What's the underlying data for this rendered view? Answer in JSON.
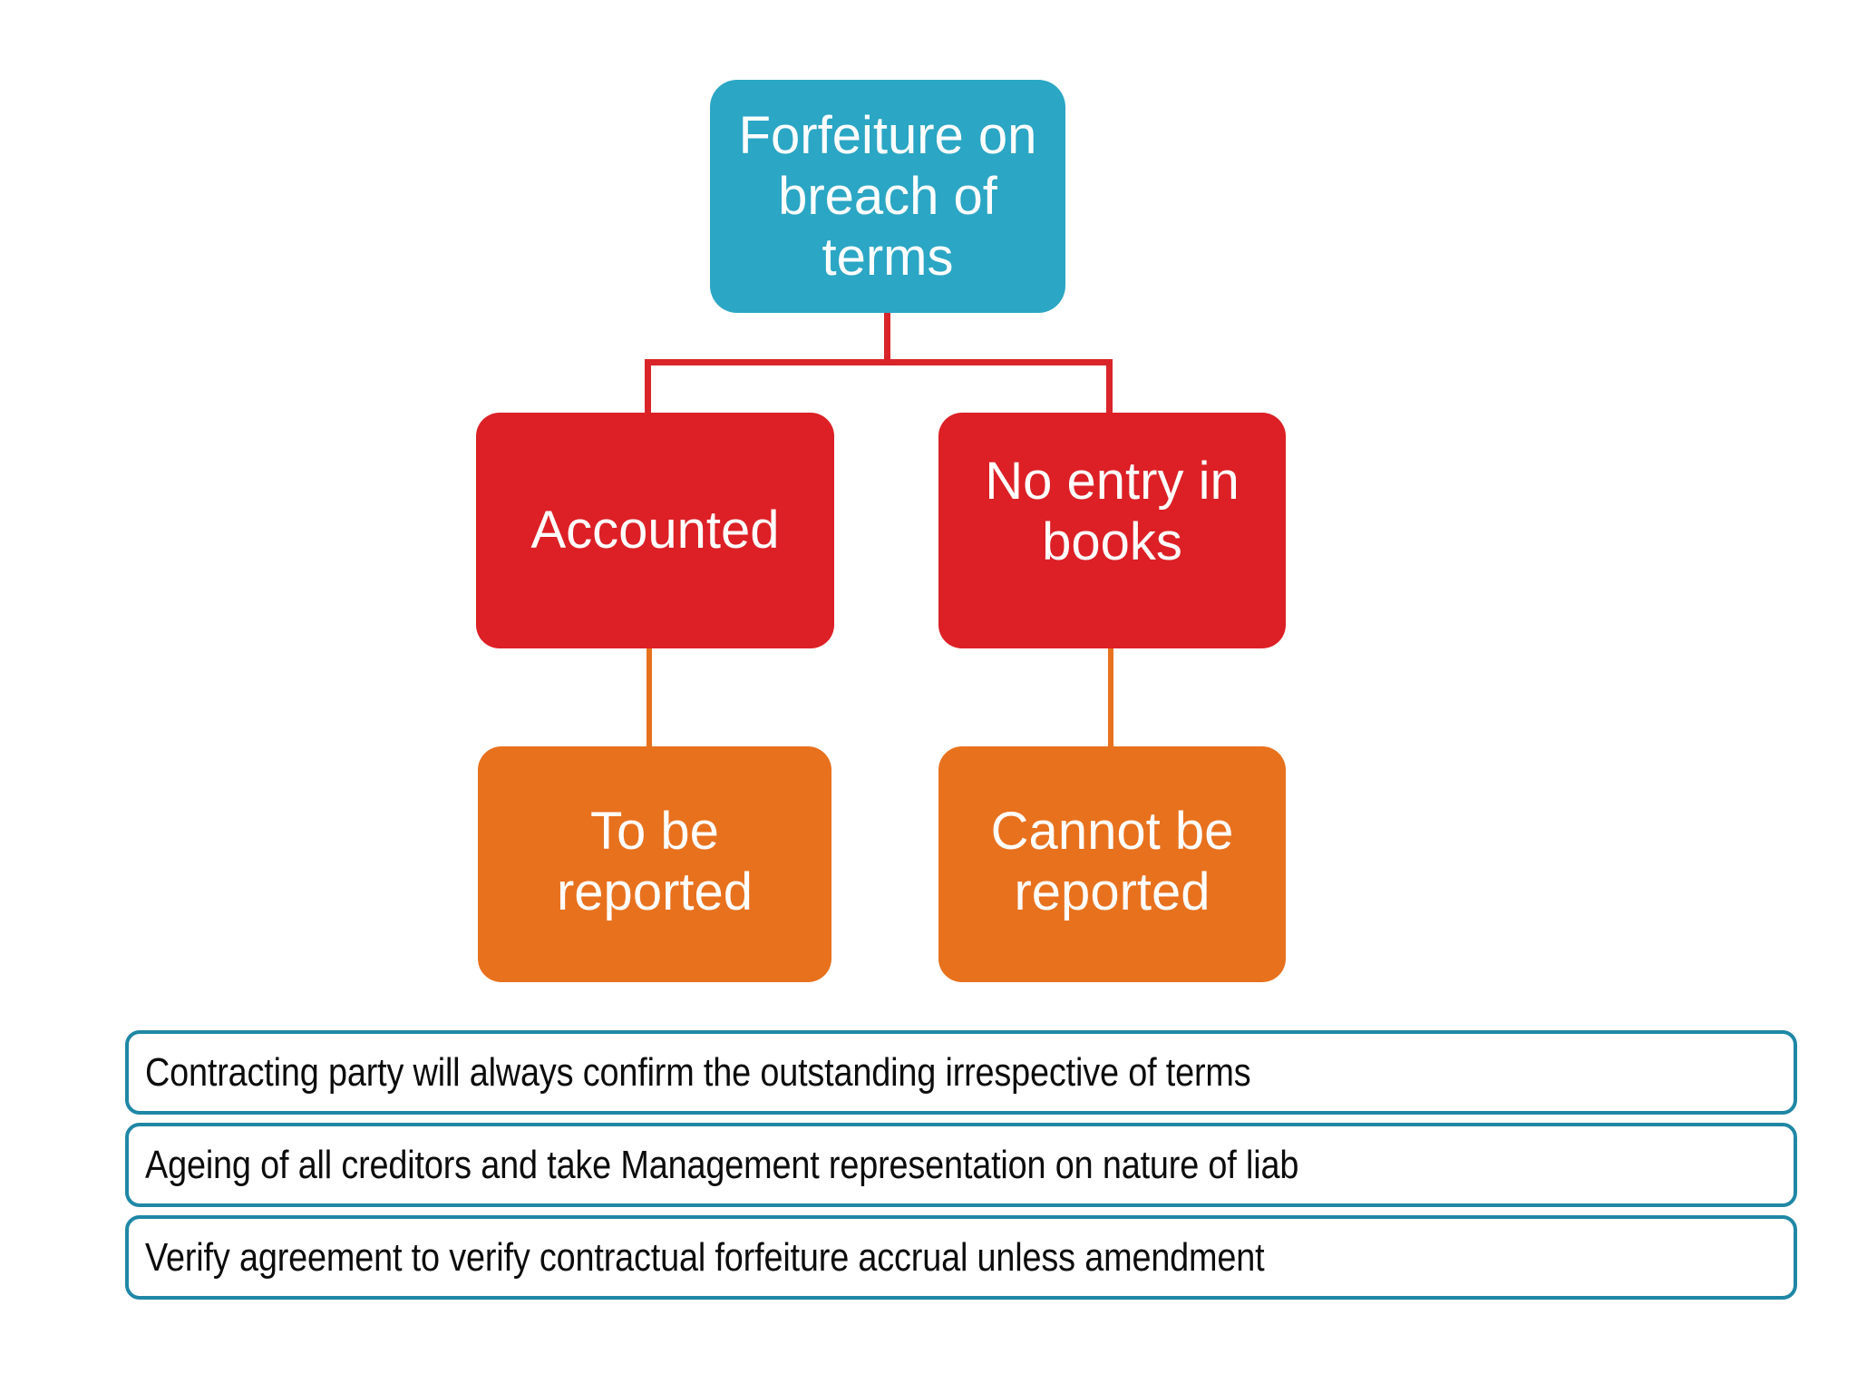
{
  "diagram": {
    "title": "Forfeiture on breach of terms decision flow",
    "colors": {
      "root_fill": "#2BA6C4",
      "level2_fill": "#DC2026",
      "level3_fill": "#E8711E",
      "connector_red": "#D9252A",
      "connector_orange": "#E8711E",
      "note_border": "#1F87A5",
      "node_text": "#FFFFFF",
      "note_text": "#0C0C0C",
      "background": "#FFFFFF"
    },
    "nodes": {
      "root": {
        "label": "Forfeiture on breach of terms"
      },
      "level2": [
        {
          "label": "Accounted"
        },
        {
          "label": "No entry in books"
        }
      ],
      "level3": [
        {
          "label": "To be reported"
        },
        {
          "label": "Cannot be reported"
        }
      ]
    },
    "connectors": [
      {
        "from": "root",
        "to": "Accounted",
        "color": "#D9252A"
      },
      {
        "from": "root",
        "to": "No entry in books",
        "color": "#D9252A"
      },
      {
        "from": "Accounted",
        "to": "To be reported",
        "color": "#E8711E"
      },
      {
        "from": "No entry in books",
        "to": "Cannot be reported",
        "color": "#E8711E"
      }
    ]
  },
  "notes": [
    {
      "text": "Contracting party will always confirm the outstanding irrespective of terms"
    },
    {
      "text": "Ageing of all creditors and take Management representation on nature of liab"
    },
    {
      "text": "Verify agreement to verify contractual forfeiture accrual unless amendment"
    }
  ]
}
